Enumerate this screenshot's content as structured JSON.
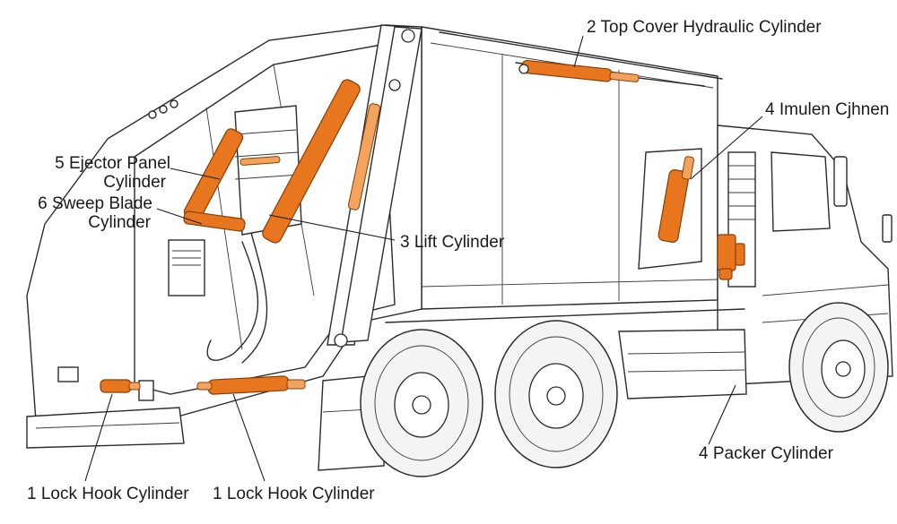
{
  "labels": {
    "top_cover": "2 Top Cover Hydraulic Cylinder",
    "cab_cylinder": "4 Imulen Cjhnen",
    "ejector_line1": "5 Ejector Panel",
    "ejector_line2": "Cylinder",
    "sweep_line1": "6 Sweep Blade",
    "sweep_line2": "Cylinder",
    "lift": "3 Lift Cylinder",
    "packer": "4 Packer Cylinder",
    "lock_hook_left": "1 Lock Hook Cylinder",
    "lock_hook_right": "1 Lock Hook Cylinder"
  },
  "colors": {
    "cylinder": "#e8761e",
    "outline": "#2b2b2b",
    "background": "#ffffff"
  }
}
